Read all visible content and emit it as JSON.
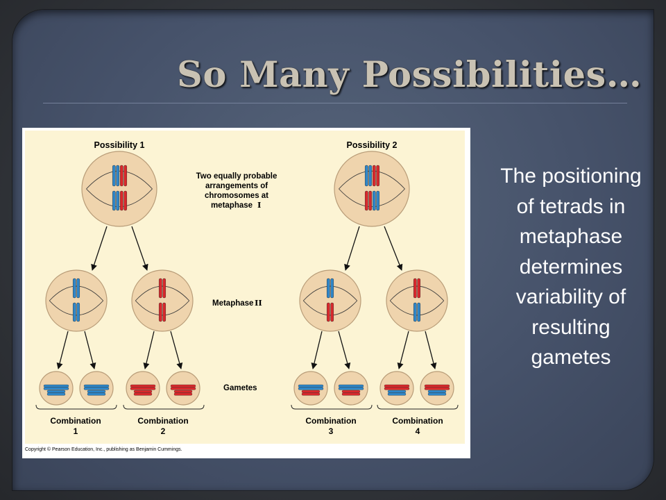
{
  "slide": {
    "title": "So Many Possibilities…",
    "body_text": "The positioning of tetrads in metaphase determines variability of resulting gametes",
    "colors": {
      "background": "#2e3136",
      "panel": "#4b576e",
      "title": "#c9c2b3",
      "figure_bg": "#fcf4d4",
      "cell_fill": "#efd4ad",
      "chromosome_blue": "#2f86c8",
      "chromosome_red": "#d8282c"
    }
  },
  "figure": {
    "possibility_1": "Possibility 1",
    "possibility_2": "Possibility 2",
    "arrangements_lines": [
      "Two equally probable",
      "arrangements of",
      "chromosomes at",
      "metaphase"
    ],
    "arrangements_roman": "I",
    "metaphase2_label": "Metaphase",
    "metaphase2_roman": "II",
    "gametes_label": "Gametes",
    "combination_word": "Combination",
    "combination_numbers": [
      "1",
      "2",
      "3",
      "4"
    ],
    "copyright": "Copyright © Pearson Education, Inc., publishing as Benjamin Cummings."
  }
}
